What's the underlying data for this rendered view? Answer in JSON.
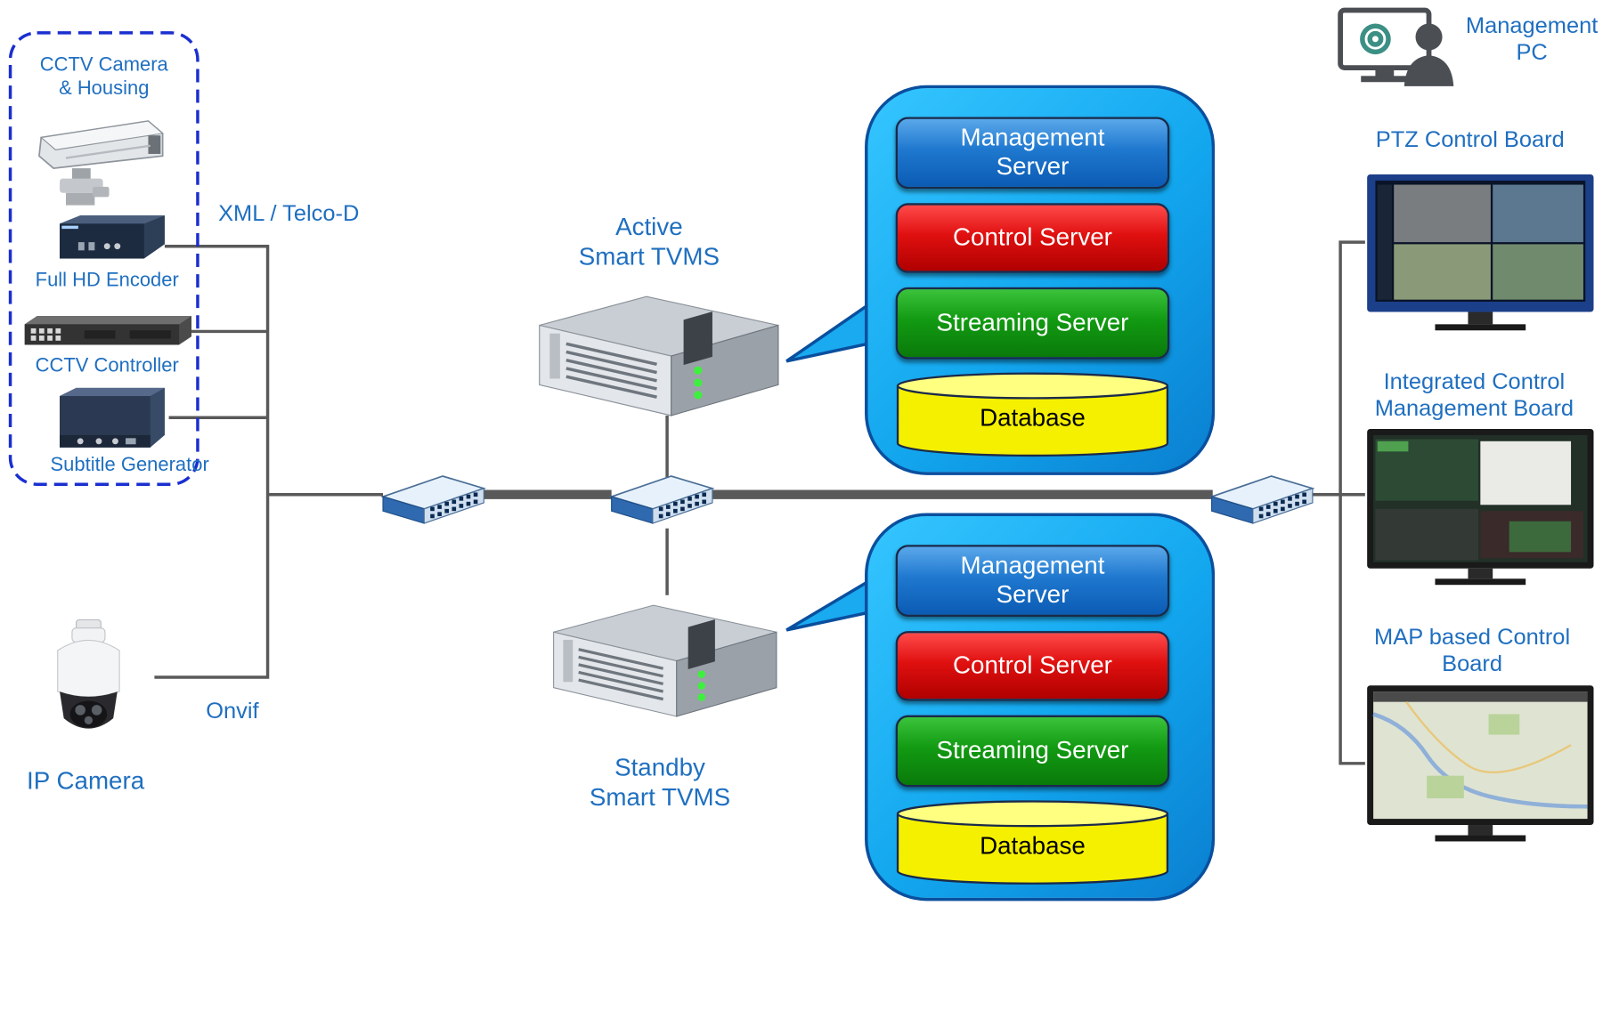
{
  "group_devices": {
    "camera_housing": "CCTV Camera\n& Housing",
    "encoder": "Full HD Encoder",
    "controller": "CCTV Controller",
    "subtitle": "Subtitle Generator"
  },
  "protocols": {
    "xml": "XML / Telco-D",
    "onvif": "Onvif"
  },
  "ip_camera": "IP Camera",
  "active": {
    "title": "Active\nSmart TVMS",
    "management": "Management\nServer",
    "control": "Control Server",
    "streaming": "Streaming Server",
    "database": "Database"
  },
  "standby": {
    "title": "Standby\nSmart TVMS",
    "management": "Management\nServer",
    "control": "Control Server",
    "streaming": "Streaming Server",
    "database": "Database"
  },
  "right": {
    "management_pc": "Management\nPC",
    "ptz": "PTZ Control Board",
    "integrated": "Integrated Control\nManagement Board",
    "map": "MAP based Control\nBoard"
  },
  "colors": {
    "label_blue": "#1f6fc0",
    "group_border": "#1a2fd0",
    "line": "#595959",
    "bubble": "#19aaf0",
    "management": "#1f78cf",
    "control": "#e01010",
    "streaming": "#129a12",
    "database": "#ffff00"
  },
  "icons": [
    "box-camera-icon",
    "encoder-icon",
    "controller-icon",
    "subtitle-generator-icon",
    "ptz-dome-camera-icon",
    "network-switch-icon",
    "rack-server-icon",
    "management-pc-icon",
    "monitor-icon"
  ]
}
